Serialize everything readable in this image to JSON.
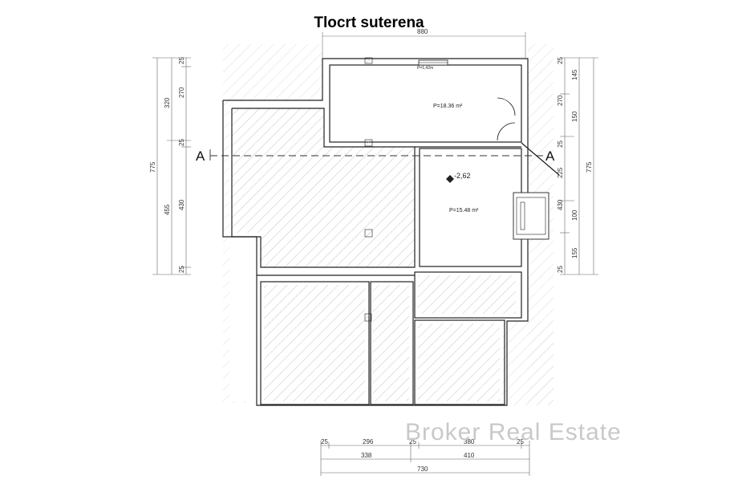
{
  "title": "Tlocrt suterena",
  "watermark": "Broker Real Estate",
  "section_marker": "A",
  "rooms": [
    {
      "area_label": "P=18.36 m²"
    },
    {
      "area_label": "P=15.48 m²"
    }
  ],
  "level_mark": "-2,62",
  "window_label": "P=1,42m",
  "top_dimension": "880",
  "left_dimensions": {
    "outer": "775",
    "upper": "320",
    "lower": "455",
    "inner": [
      "25",
      "270",
      "25",
      "430",
      "25"
    ]
  },
  "right_dimensions": {
    "outer": "775",
    "middle": [
      "270",
      "225",
      "430"
    ],
    "inner": [
      "145",
      "150",
      "100",
      "155"
    ],
    "small": [
      "25",
      "25",
      "25"
    ]
  },
  "bottom_dimensions": {
    "row1": [
      "25",
      "296",
      "25",
      "380",
      "25"
    ],
    "row2": [
      "338",
      "410"
    ],
    "total": "730"
  }
}
